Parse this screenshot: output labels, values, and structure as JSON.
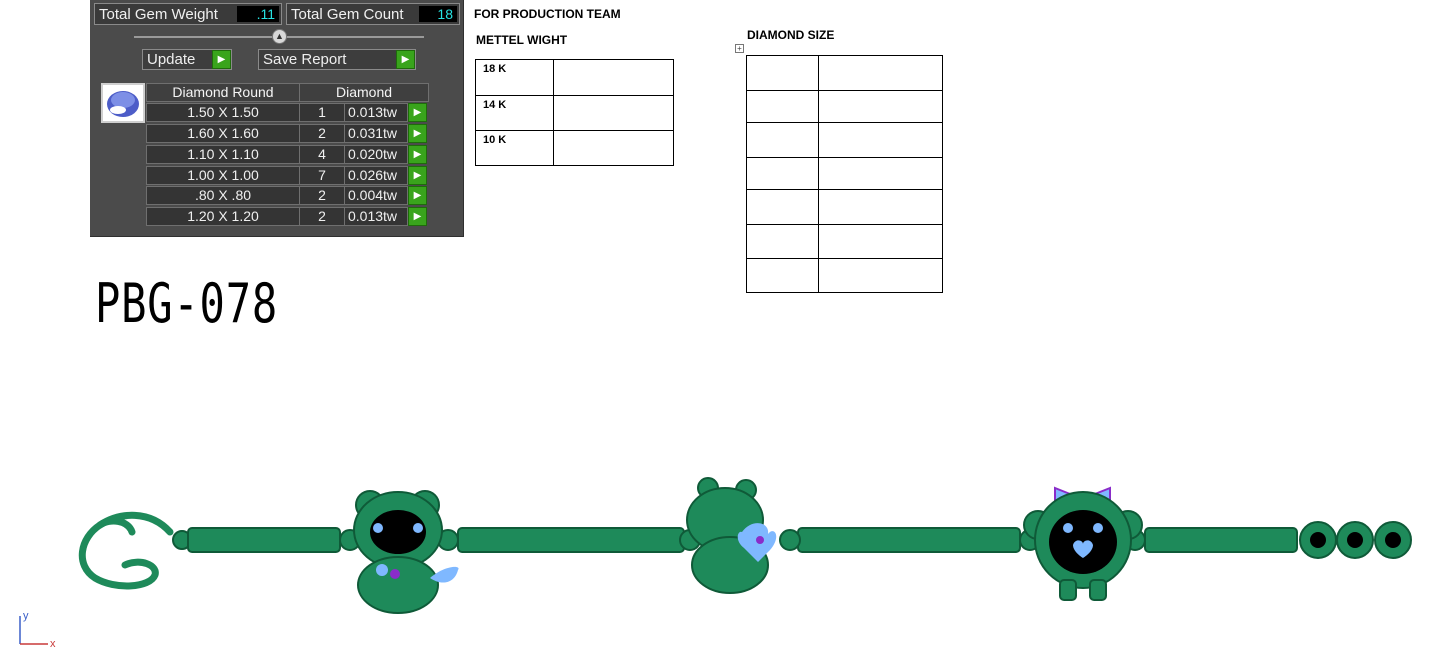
{
  "gem_panel": {
    "total_weight_label": "Total Gem Weight",
    "total_weight_value": ".11",
    "total_count_label": "Total Gem Count",
    "total_count_value": "18",
    "update_label": "Update",
    "save_report_label": "Save Report",
    "table_headers": [
      "Diamond Round",
      "Diamond"
    ],
    "rows": [
      {
        "size": "1.50 X 1.50",
        "count": "1",
        "weight": "0.013tw"
      },
      {
        "size": "1.60 X 1.60",
        "count": "2",
        "weight": "0.031tw"
      },
      {
        "size": "1.10 X 1.10",
        "count": "4",
        "weight": "0.020tw"
      },
      {
        "size": "1.00 X 1.00",
        "count": "7",
        "weight": "0.026tw"
      },
      {
        "size": ".80 X .80",
        "count": "2",
        "weight": "0.004tw"
      },
      {
        "size": "1.20 X 1.20",
        "count": "2",
        "weight": "0.013tw"
      }
    ]
  },
  "production": {
    "title": "FOR PRODUCTION TEAM",
    "metal_heading": "METTEL WIGHT",
    "metal_rows": [
      "18 K",
      "14 K",
      "10 K"
    ],
    "diamond_heading": "DIAMOND SIZE"
  },
  "model_code": "PBG-078",
  "axis": {
    "y": "y",
    "x": "x"
  },
  "colors": {
    "jewel": "#1e8a5a",
    "jewel_dark": "#0f5a38",
    "stone": "#7fb8ff",
    "accent_stone": "#8a2cc9"
  }
}
